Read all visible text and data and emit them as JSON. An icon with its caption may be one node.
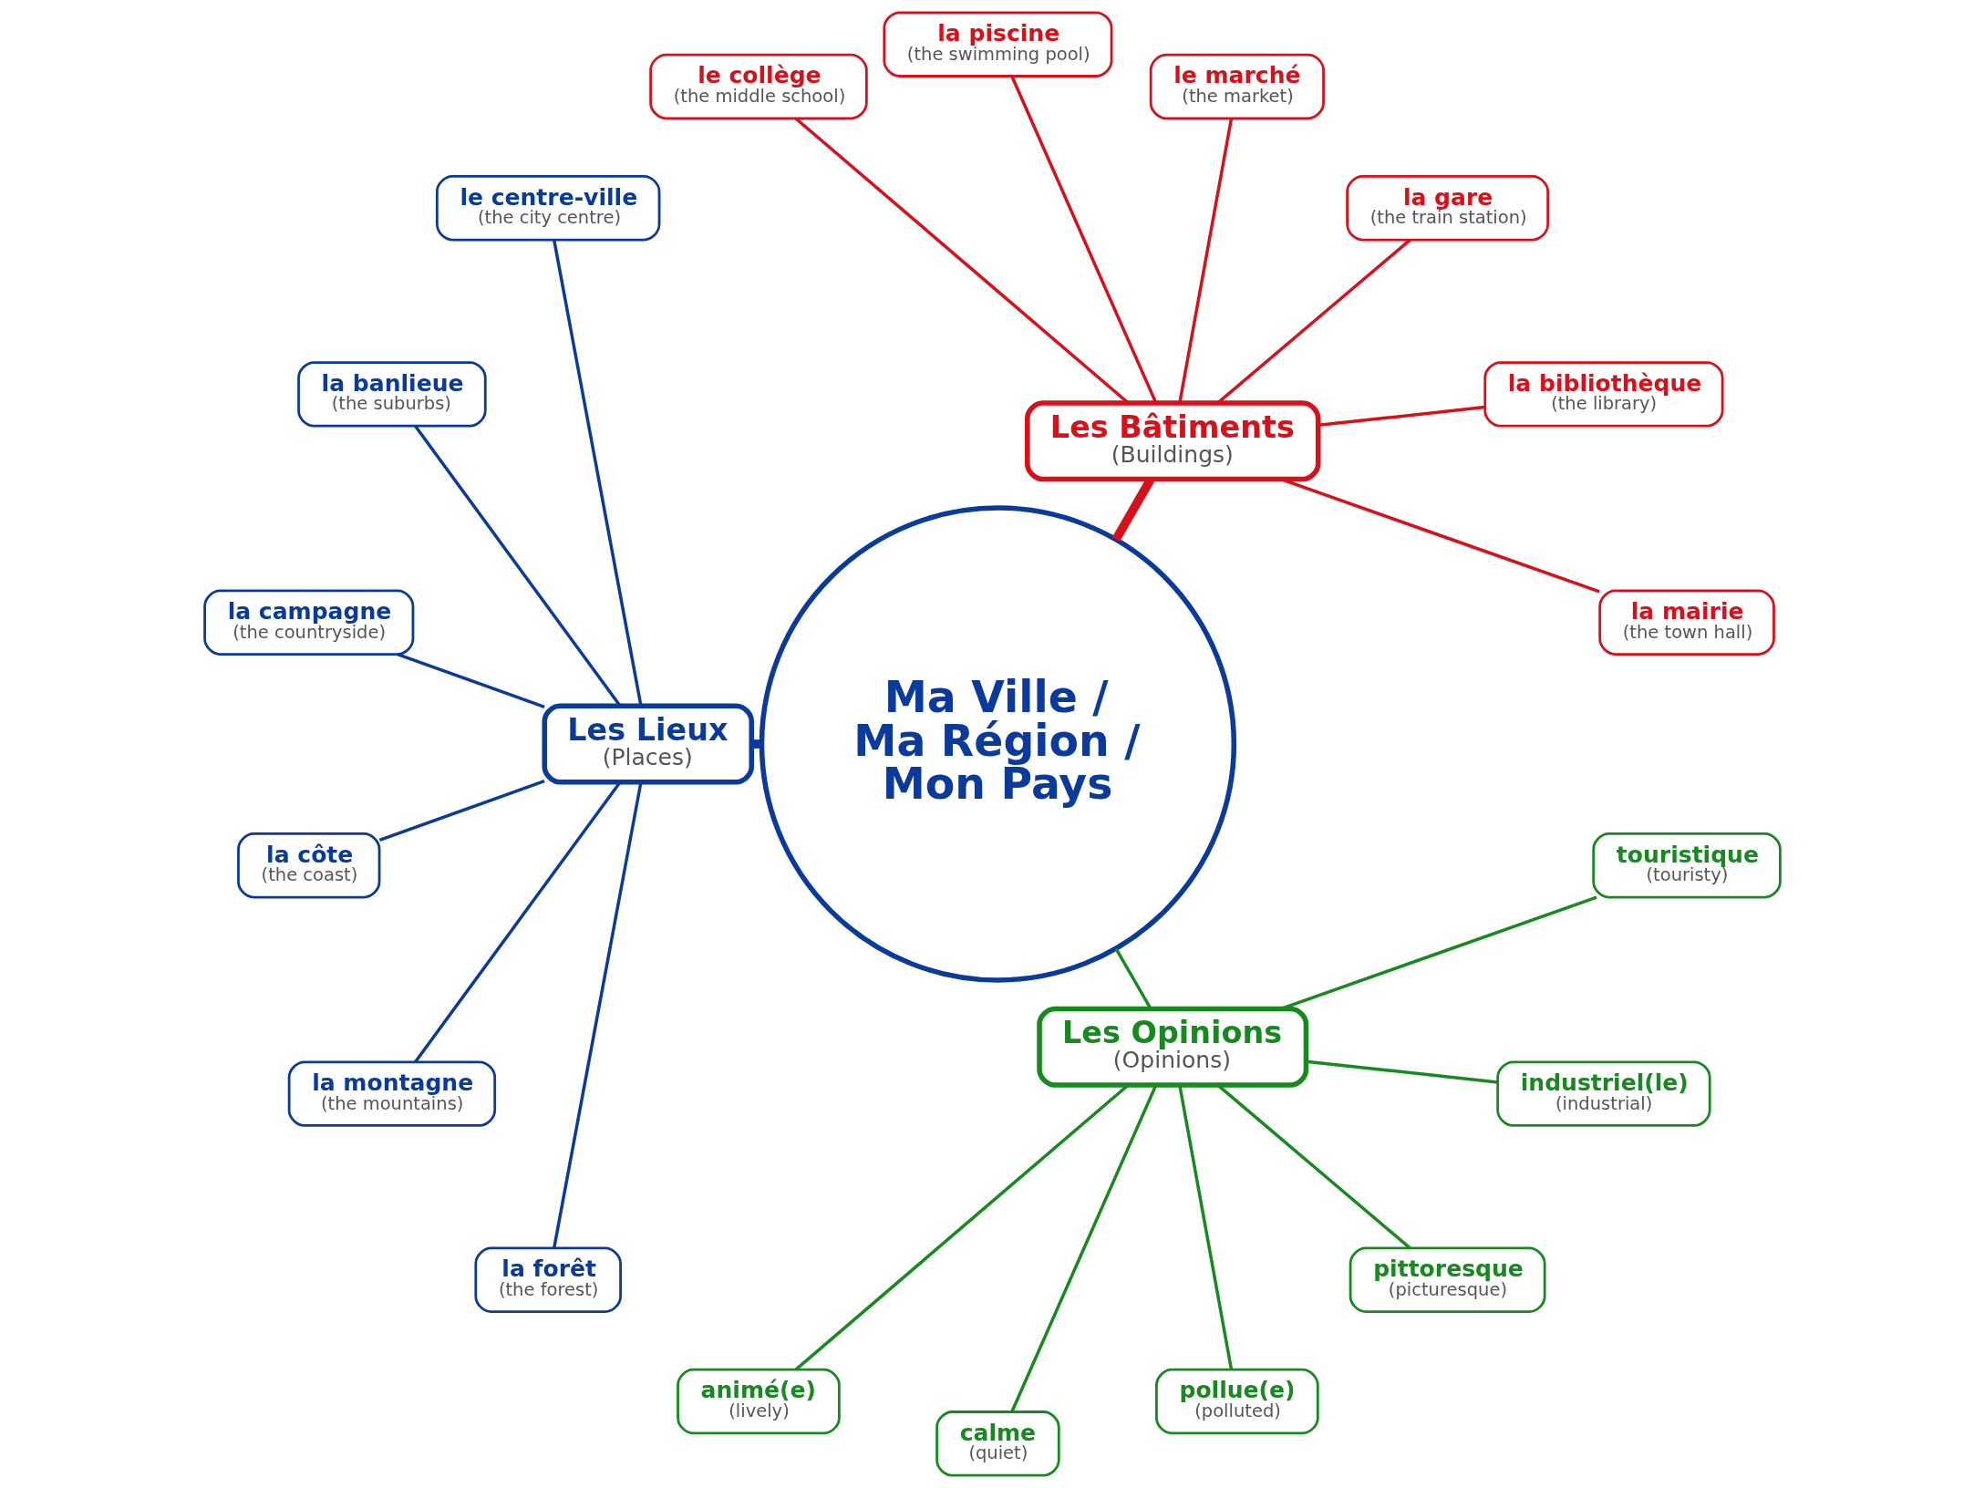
{
  "diagram": {
    "nodes": [
      {
        "text": [
          "Ma Ville / Ma Région / Mon Pays"
        ]
      },
      {
        "text": [
          "Les Bâtiments",
          "(Buildings)"
        ]
      },
      {
        "text": [
          "Les Lieux",
          "(Places)"
        ]
      },
      {
        "text": [
          "Les Opinions",
          "(Opinions)"
        ]
      },
      {
        "text": [
          "la mairie",
          "(the town hall)"
        ]
      },
      {
        "text": [
          "la bibliothèque",
          "(the library)"
        ]
      },
      {
        "text": [
          "la gare",
          "(the train station)"
        ]
      },
      {
        "text": [
          "le marché",
          "(the market)"
        ]
      },
      {
        "text": [
          "la piscine",
          "(the swimming pool)"
        ]
      },
      {
        "text": [
          "le collège",
          "(the middle school)"
        ]
      },
      {
        "text": [
          "le centre-ville",
          "(the city centre)"
        ]
      },
      {
        "text": [
          "la banlieue",
          "(the suburbs)"
        ]
      },
      {
        "text": [
          "la campagne",
          "(the countryside)"
        ]
      },
      {
        "text": [
          "la côte",
          "(the coast)"
        ]
      },
      {
        "text": [
          "la montagne",
          "(the mountains)"
        ]
      },
      {
        "text": [
          "la forêt",
          "(the forest)"
        ]
      },
      {
        "text": [
          "animé(e)",
          "(lively)"
        ]
      },
      {
        "text": [
          "calme",
          "(quiet)"
        ]
      },
      {
        "text": [
          "pollue(e)",
          "(polluted)"
        ]
      },
      {
        "text": [
          "pittoresque",
          "(picturesque)"
        ]
      },
      {
        "text": [
          "industriel(le)",
          "(industrial)"
        ]
      },
      {
        "text": [
          "touristique",
          "(touristy)"
        ]
      }
    ],
    "edges": [
      {
        "from": 0,
        "to": 1,
        "arrow": "none",
        "style": "thick",
        "color": "#d90f1a"
      },
      {
        "from": 0,
        "to": 2,
        "arrow": "none",
        "style": "thick",
        "color": "#0a3a9c"
      },
      {
        "from": 0,
        "to": 3,
        "arrow": "none",
        "color": "#168a1e"
      },
      {
        "from": 1,
        "to": 4,
        "arrow": "none",
        "color": "#d90f1a"
      },
      {
        "from": 1,
        "to": 5,
        "arrow": "none",
        "color": "#d90f1a"
      },
      {
        "from": 1,
        "to": 6,
        "arrow": "none",
        "color": "#d90f1a"
      },
      {
        "from": 1,
        "to": 7,
        "arrow": "none",
        "color": "#d90f1a"
      },
      {
        "from": 1,
        "to": 8,
        "arrow": "none",
        "color": "#d90f1a"
      },
      {
        "from": 1,
        "to": 9,
        "arrow": "none",
        "color": "#d90f1a"
      },
      {
        "from": 2,
        "to": 10,
        "arrow": "none",
        "color": "#0a3a9c"
      },
      {
        "from": 2,
        "to": 11,
        "arrow": "none",
        "color": "#0a3a9c"
      },
      {
        "from": 2,
        "to": 12,
        "arrow": "none",
        "color": "#0a3a9c"
      },
      {
        "from": 2,
        "to": 13,
        "arrow": "none",
        "color": "#0a3a9c"
      },
      {
        "from": 2,
        "to": 14,
        "arrow": "none",
        "color": "#0a3a9c"
      },
      {
        "from": 2,
        "to": 15,
        "arrow": "none",
        "color": "#0a3a9c"
      },
      {
        "from": 3,
        "to": 16,
        "arrow": "none",
        "color": "#168a1e"
      },
      {
        "from": 3,
        "to": 17,
        "arrow": "none",
        "color": "#168a1e"
      },
      {
        "from": 3,
        "to": 18,
        "arrow": "none",
        "color": "#168a1e"
      },
      {
        "from": 3,
        "to": 19,
        "arrow": "none",
        "color": "#168a1e"
      },
      {
        "from": 3,
        "to": 20,
        "arrow": "none",
        "color": "#168a1e"
      },
      {
        "from": 3,
        "to": 21,
        "arrow": "none",
        "color": "#168a1e"
      }
    ]
  }
}
